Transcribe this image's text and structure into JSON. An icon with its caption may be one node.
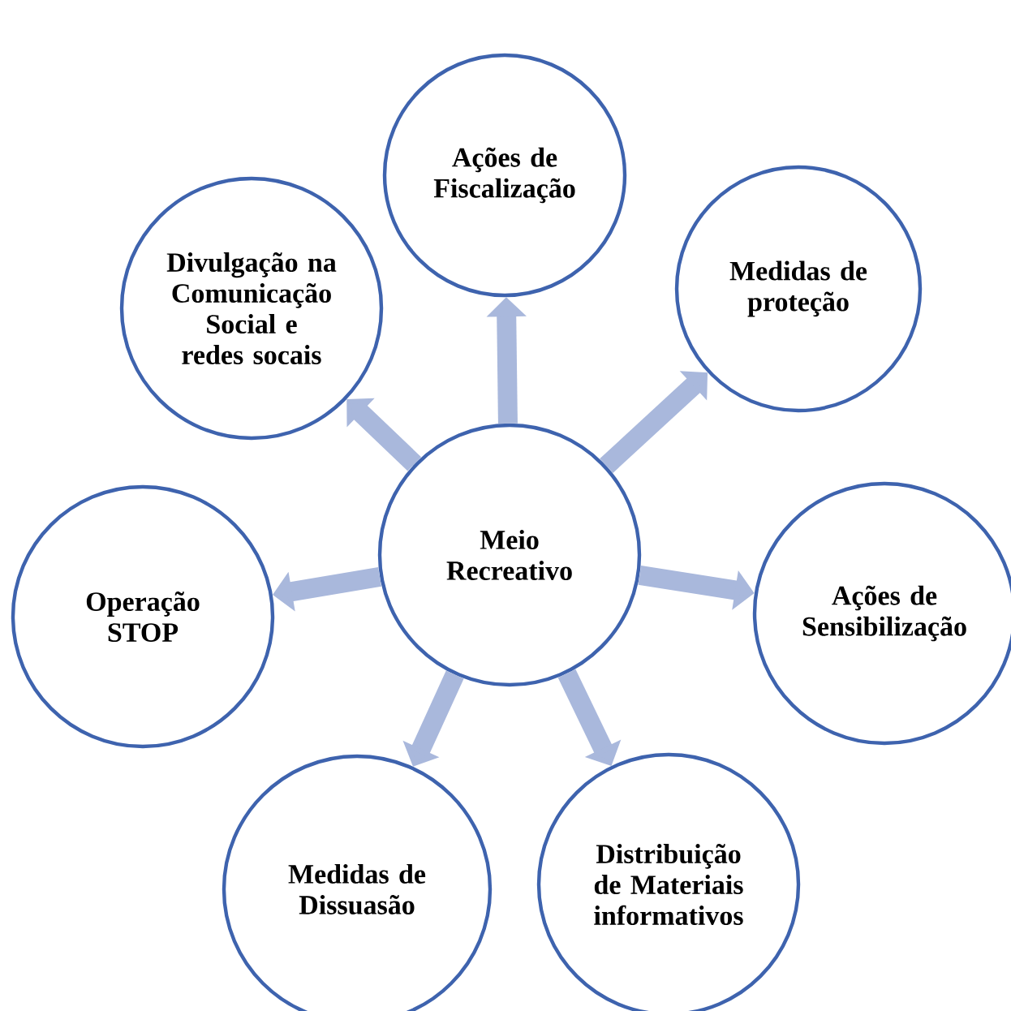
{
  "diagram": {
    "nodes": [
      {
        "text": [
          "Meio Recreativo"
        ]
      },
      {
        "text": [
          "Ações de Fiscalização"
        ]
      },
      {
        "text": [
          "Medidas de proteção"
        ]
      },
      {
        "text": [
          "Ações de Sensibilização"
        ]
      },
      {
        "text": [
          "Distribuição de Materiais informativos"
        ]
      },
      {
        "text": [
          "Medidas de Dissuasão"
        ]
      },
      {
        "text": [
          "Operação STOP"
        ]
      },
      {
        "text": [
          "Divulgação na Comunicação Social e redes socais"
        ]
      }
    ],
    "edges": [
      {
        "from": 0,
        "to": 1,
        "arrow": "to"
      },
      {
        "from": 0,
        "to": 2,
        "arrow": "to"
      },
      {
        "from": 0,
        "to": 3,
        "arrow": "to"
      },
      {
        "from": 0,
        "to": 4,
        "arrow": "to"
      },
      {
        "from": 0,
        "to": 5,
        "arrow": "to"
      },
      {
        "from": 0,
        "to": 6,
        "arrow": "to"
      },
      {
        "from": 0,
        "to": 7,
        "arrow": "to"
      }
    ]
  }
}
